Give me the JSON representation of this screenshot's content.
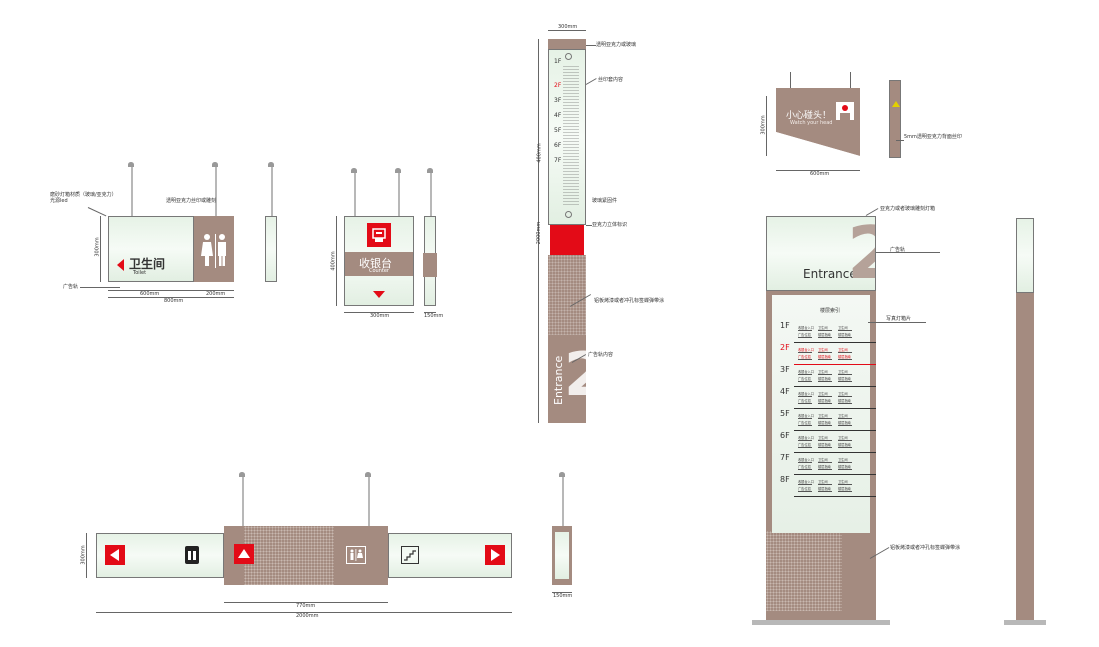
{
  "toilet_sign": {
    "title_cn": "卫生间",
    "title_en": "Toilet",
    "note_material": "磨砂灯箱材质（玻璃/亚克力）\n光源led",
    "note_print": "透明亚克力丝印或雕刻",
    "note_rail": "广告轨",
    "dim_height": "300mm",
    "dim_inner": "600mm",
    "dim_side": "200mm",
    "dim_total": "800mm"
  },
  "counter_sign": {
    "title_cn": "收银台",
    "title_en": "Counter",
    "dim_height": "400mm",
    "dim_width": "300mm",
    "dim_side": "150mm"
  },
  "tall_directory": {
    "dim_top": "300mm",
    "floors": [
      "1F",
      "2F",
      "3F",
      "4F",
      "5F",
      "6F",
      "7F"
    ],
    "highlight_floor": "2F",
    "note_top": "透明亚克力或玻璃",
    "note_2f": "丝印套内容",
    "note_clip": "玻璃紧固件",
    "note_red": "亚克力立体标识",
    "note_bottom": "铝板烤漆或者冲孔标签蝶弹带涂",
    "note_rail": "广告轨内容",
    "entrance_text": "Entrance",
    "entrance_num": "2",
    "dim_mid": "400mm",
    "dim_total": "2000mm"
  },
  "hanging_sign": {
    "title_cn": "小心碰头！",
    "title_en": "Watch your head",
    "note_print": "5mm透明亚克力背面丝印",
    "dim_height": "300mm",
    "dim_width": "600mm"
  },
  "totem": {
    "entrance_text": "Entrance",
    "entrance_num": "2",
    "heading": "楼层索引",
    "floors": [
      "1F",
      "2F",
      "3F",
      "4F",
      "5F",
      "6F",
      "7F",
      "8F"
    ],
    "highlight_floor": "2F",
    "cell_line1": "收银台入口",
    "cell_line2": "广告位招",
    "cell_a1": "卫生间",
    "cell_a2": "楼层指南",
    "cell_b1": "卫生间",
    "cell_b2": "楼层指南",
    "note_top": "亚克力或者玻璃雕刻灯箱",
    "note_rail": "广告轨",
    "note_lightbox": "写真灯箱片",
    "note_bottom": "铝板烤漆或者冲孔标签蝶弹带涂"
  },
  "banner_sign": {
    "dim_height": "300mm",
    "dim_middle": "770mm",
    "dim_total": "2000mm",
    "dim_side": "150mm"
  },
  "colors": {
    "brown": "#a48b80",
    "red": "#e30b17",
    "glass": "#e6f2e6"
  }
}
